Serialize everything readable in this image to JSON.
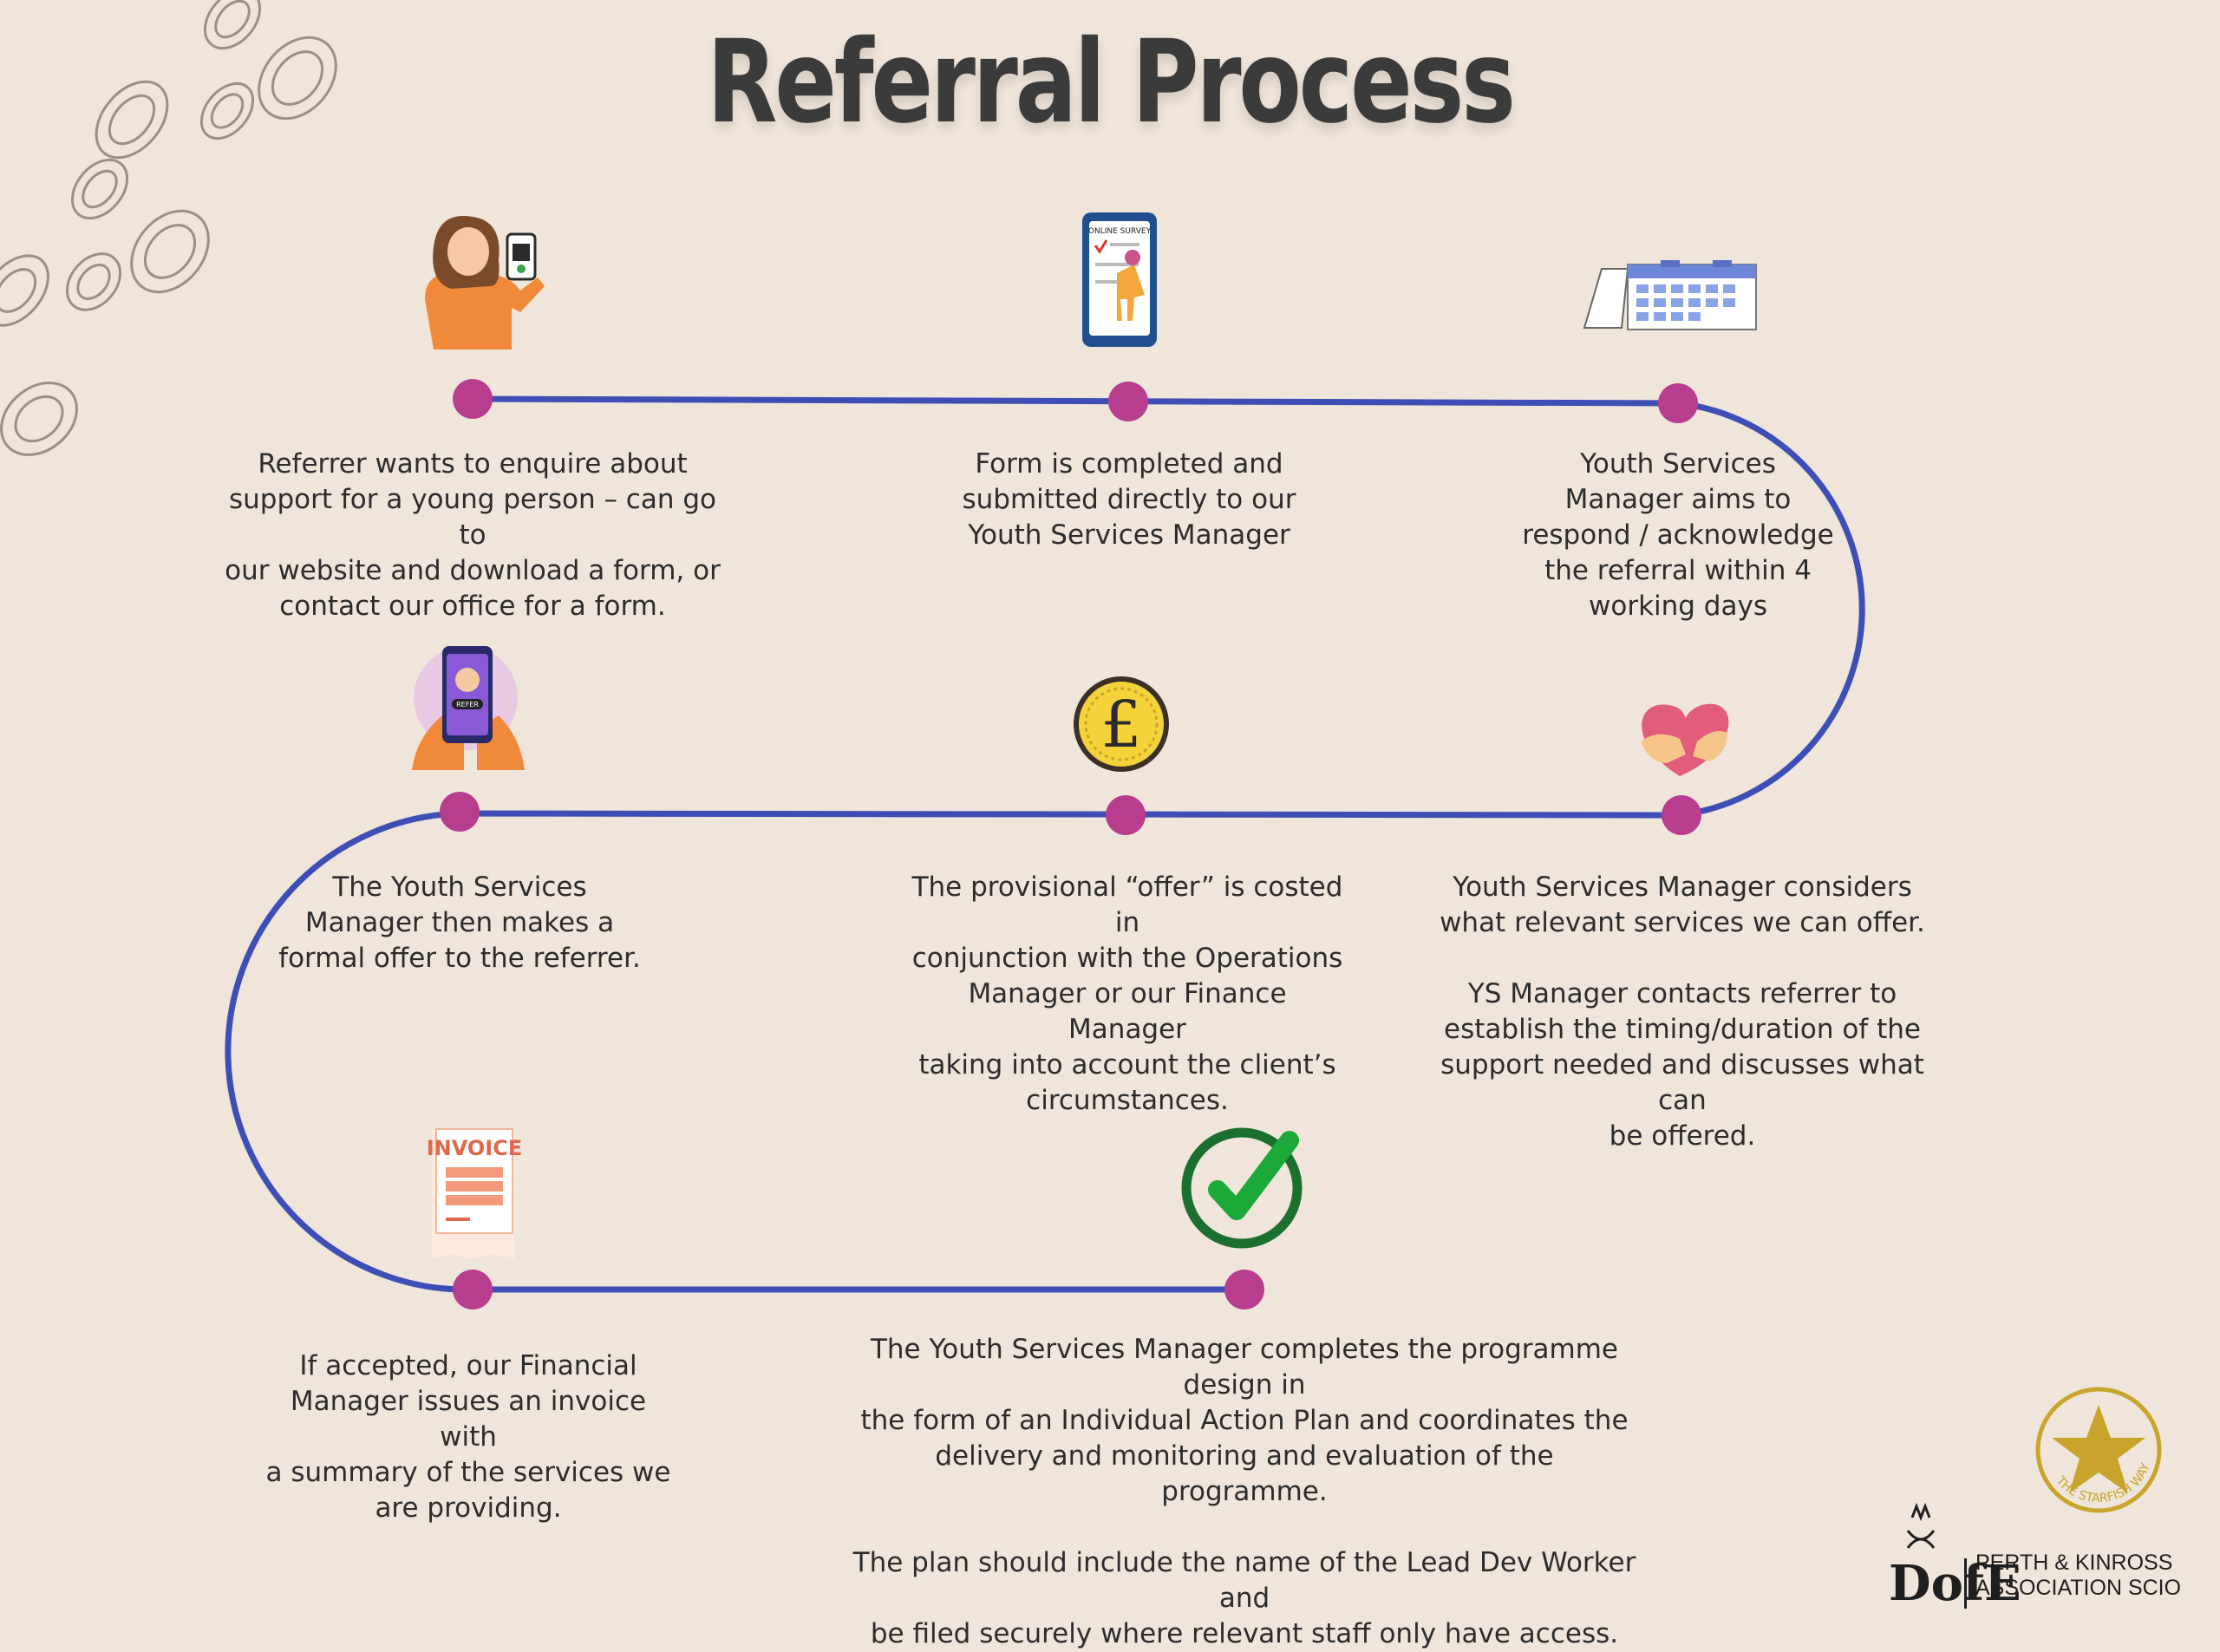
{
  "title": "Referral Process",
  "colors": {
    "background": "#f0e5da",
    "path": "#3d4fb5",
    "node": "#b73d8f",
    "text": "#2c2c2c",
    "gold": "#c8a42c",
    "check_green": "#1da83a"
  },
  "steps": [
    {
      "text": "Referrer wants to enquire about\nsupport for a young person – can go to\nour website and download a form, or\ncontact our office for a form.",
      "icon": "woman-with-phone-icon"
    },
    {
      "text": "Form is completed and\nsubmitted directly to our\nYouth Services Manager",
      "icon": "online-survey-icon"
    },
    {
      "text": "Youth Services\nManager aims to\nrespond / acknowledge\nthe referral within 4\nworking days",
      "icon": "calendar-icon"
    },
    {
      "text": "Youth Services Manager considers\nwhat relevant services we can offer.\n\nYS Manager contacts referrer to\nestablish the timing/duration of the\nsupport needed and discusses what can\nbe offered.",
      "icon": "heart-hands-icon"
    },
    {
      "text": "The provisional “offer” is costed in\nconjunction with the Operations\nManager or our Finance Manager\ntaking into account the client’s\ncircumstances.",
      "icon": "pound-coin-icon"
    },
    {
      "text": "The Youth Services\nManager then makes a\nformal offer to the referrer.",
      "icon": "refer-phone-icon"
    },
    {
      "text": "If accepted, our Financial\nManager issues an invoice with\na summary of the services we\nare providing.",
      "icon": "invoice-icon"
    },
    {
      "text": "The Youth Services Manager completes the programme design in\nthe form of an Individual Action Plan and coordinates the\ndelivery and monitoring and evaluation of the programme.\n\nThe plan should include the name of the Lead Dev Worker and\nbe filed securely where relevant staff only have access.",
      "icon": "checkmark-icon"
    }
  ],
  "logos": {
    "association": "PERTH & KINROSS\nASSOCIATION SCIO",
    "dofe_mark": "DofE",
    "starfish": "THE STARFISH WAY"
  }
}
